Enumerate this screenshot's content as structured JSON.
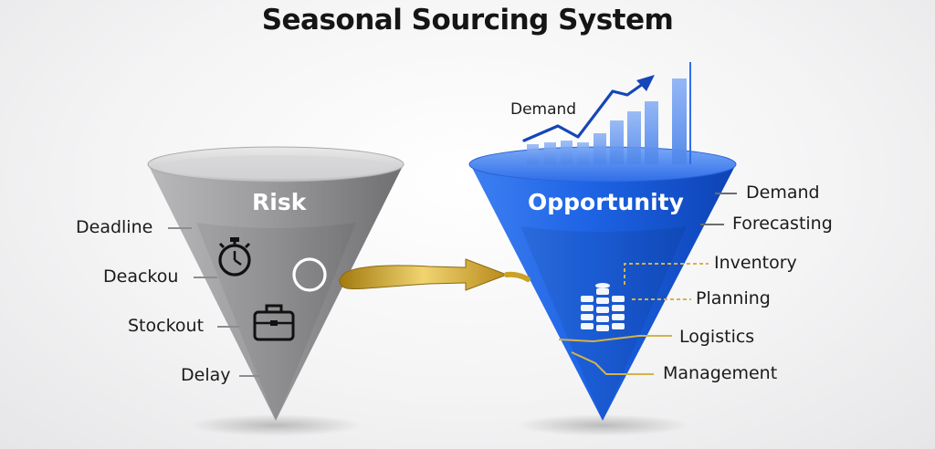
{
  "title": "Seasonal Sourcing System",
  "risk_funnel": {
    "title": "Risk",
    "labels": [
      "Deadline",
      "Deackou",
      "Stockout",
      "Delay"
    ]
  },
  "opportunity_funnel": {
    "title": "Opportunity",
    "chart_label": "Demand",
    "labels": [
      "Demand",
      "Forecasting",
      "Inventory",
      "Planning",
      "Logistics",
      "Management"
    ]
  },
  "colors": {
    "risk_gray": "#8f8f91",
    "opportunity_blue": "#1a5fe0",
    "arrow_gold": "#c9a227",
    "chart_blue": "#5b8ff0"
  },
  "icons": [
    "stopwatch-icon",
    "circle-icon",
    "briefcase-icon",
    "database-stack-icon",
    "trend-arrow-icon"
  ]
}
